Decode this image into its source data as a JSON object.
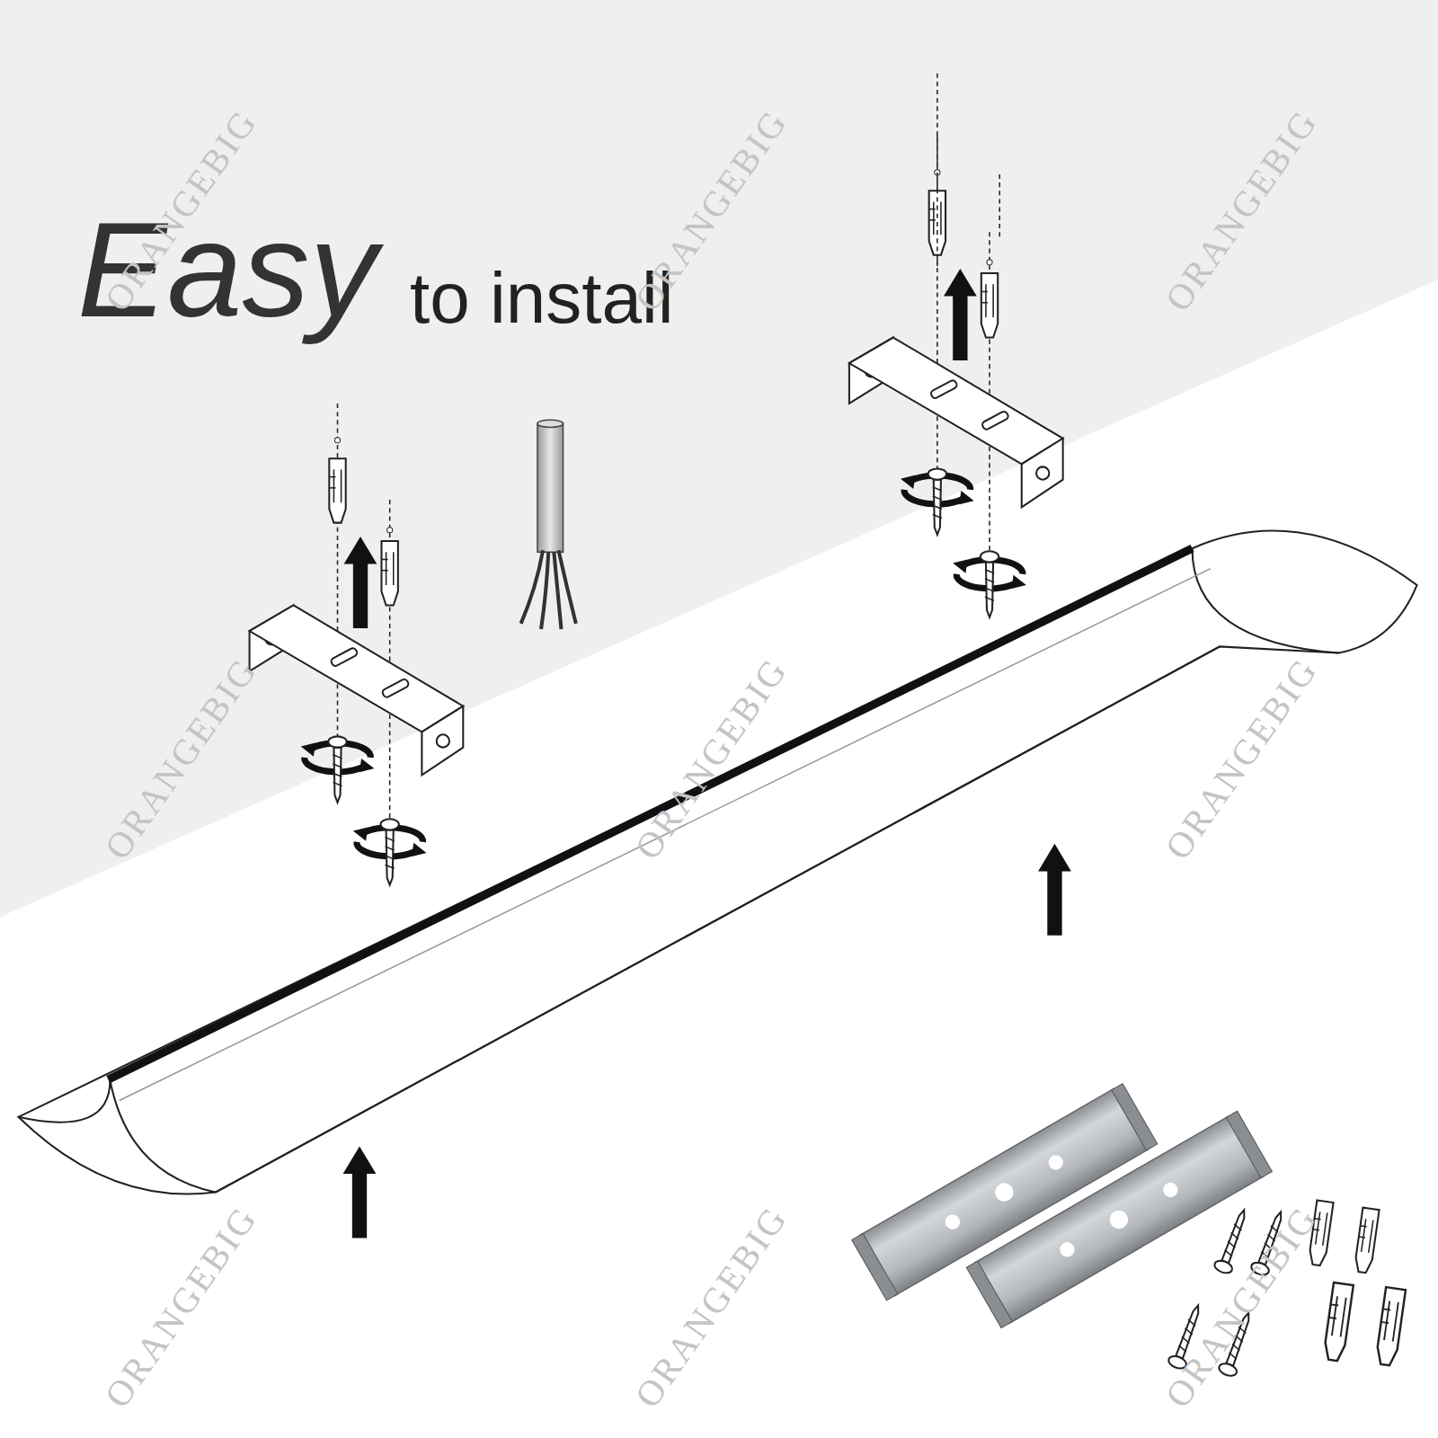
{
  "diagram": {
    "title": "Easy",
    "labels": [
      "to install",
      "ORANGEBIG",
      "ORANGEBIG",
      "ORANGEBIG",
      "ORANGEBIG",
      "ORANGEBIG",
      "ORANGEBIG",
      "ORANGEBIG",
      "ORANGEBIG",
      "ORANGEBIG"
    ]
  }
}
